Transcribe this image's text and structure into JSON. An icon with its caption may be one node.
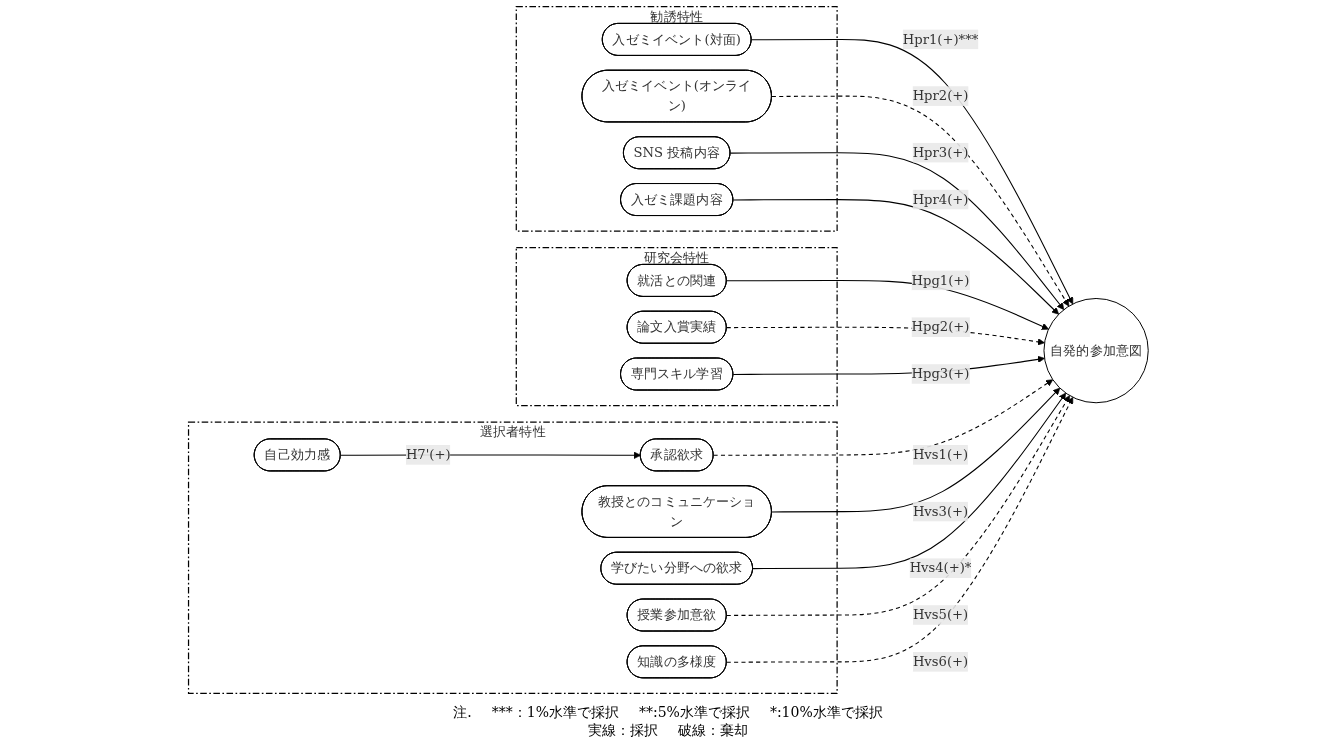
{
  "diagram": {
    "nodes": [
      {
        "text": [
          "勧誘特性"
        ]
      },
      {
        "text": [
          "入ゼミイベント(対面)"
        ],
        "in": 0
      },
      {
        "text": [
          "入ゼミイベント(オンライン)"
        ],
        "in": 0
      },
      {
        "text": [
          "SNS 投稿内容"
        ],
        "in": 0
      },
      {
        "text": [
          "入ゼミ課題内容"
        ],
        "in": 0
      },
      {
        "text": [
          "研究会特性"
        ]
      },
      {
        "text": [
          "就活との関連"
        ],
        "in": 5
      },
      {
        "text": [
          "論文入賞実績"
        ],
        "in": 5
      },
      {
        "text": [
          "専門スキル学習"
        ],
        "in": 5
      },
      {
        "text": [
          "選択者特性"
        ]
      },
      {
        "text": [
          "承認欲求"
        ],
        "in": 9
      },
      {
        "text": [
          "自己効力感"
        ],
        "in": 9
      },
      {
        "text": [
          "教授とのコミュニケーション"
        ],
        "in": 9
      },
      {
        "text": [
          "学びたい分野への欲求"
        ],
        "in": 9
      },
      {
        "text": [
          "授業参加意欲"
        ],
        "in": 9
      },
      {
        "text": [
          "知識の多様度"
        ],
        "in": 9
      },
      {
        "text": [
          "自発的参加意図"
        ]
      }
    ],
    "edges": [
      {
        "from": 1,
        "to": 16,
        "arrow": "to",
        "label": "Hpr1(+)***"
      },
      {
        "from": 2,
        "to": 16,
        "arrow": "to",
        "label": "Hpr2(+)",
        "style": "dashed"
      },
      {
        "from": 3,
        "to": 16,
        "arrow": "to",
        "label": "Hpr3(+)"
      },
      {
        "from": 4,
        "to": 16,
        "arrow": "to",
        "label": "Hpr4(+)"
      },
      {
        "from": 6,
        "to": 16,
        "arrow": "to",
        "label": "Hpg1(+)"
      },
      {
        "from": 7,
        "to": 16,
        "arrow": "to",
        "label": "Hpg2(+)",
        "style": "dashed"
      },
      {
        "from": 8,
        "to": 16,
        "arrow": "to",
        "label": "Hpg3(+)"
      },
      {
        "from": 10,
        "to": 16,
        "arrow": "to",
        "label": "Hvs1(+)",
        "style": "dashed"
      },
      {
        "from": 11,
        "to": 10,
        "arrow": "to",
        "label": "H7'(+)"
      },
      {
        "from": 12,
        "to": 16,
        "arrow": "to",
        "label": "Hvs3(+)"
      },
      {
        "from": 13,
        "to": 16,
        "arrow": "to",
        "label": "Hvs4(+)*"
      },
      {
        "from": 14,
        "to": 16,
        "arrow": "to",
        "label": "Hvs5(+)",
        "style": "dashed"
      },
      {
        "from": 15,
        "to": 16,
        "arrow": "to",
        "label": "Hvs6(+)",
        "style": "dashed"
      }
    ],
    "labels": [
      "注.",
      "***：1%水準で採択",
      "**:5%水準で採択",
      "*:10%水準で採択",
      "実線：採択",
      "破線：棄却"
    ]
  }
}
